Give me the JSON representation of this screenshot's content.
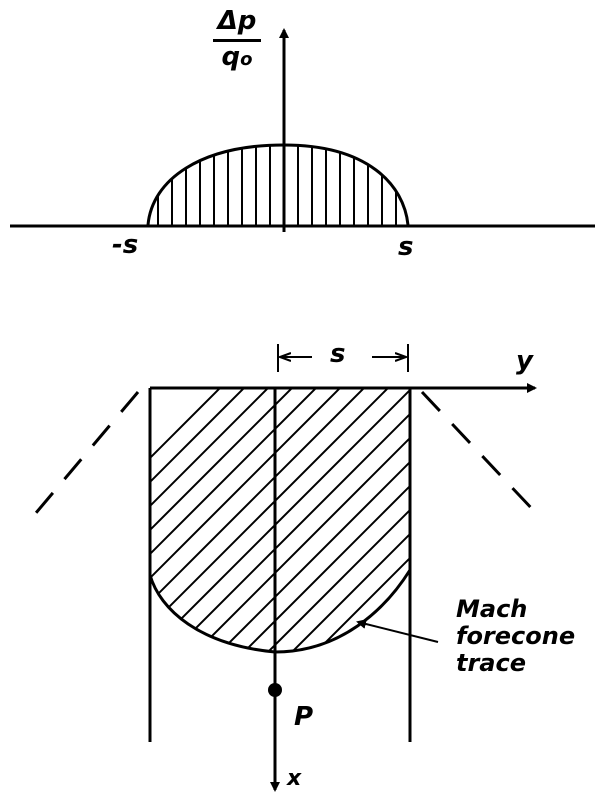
{
  "top_plot": {
    "ylabel_num": "Δp",
    "ylabel_den": "q",
    "ylabel_den_sub": "o",
    "tick_neg": "-s",
    "tick_pos": "s"
  },
  "bottom_plot": {
    "dim_label": "s",
    "y_axis_label": "y",
    "x_axis_label": "x",
    "point_label": "P",
    "annotation_lines": [
      "Mach",
      "forecone",
      "trace"
    ]
  }
}
